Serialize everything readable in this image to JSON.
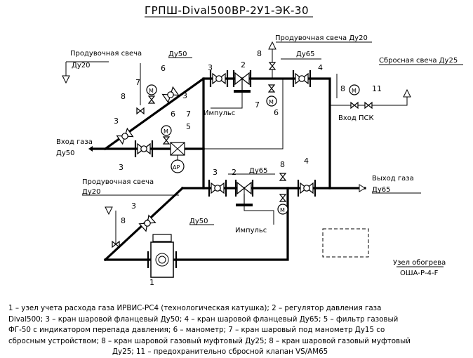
{
  "title": "ГРПШ-Dival500ВР-2У1-ЭК-30",
  "labels": {
    "purge_top": "Продувочная свеча Ду20",
    "purge_left": "Продувочная свеча",
    "purge_left_dn": "Ду20",
    "purge_bottom": "Продувочная свеча",
    "purge_bottom_dn": "Ду20",
    "relief": "Сбросная свеча Ду25",
    "inlet": "Вход газа",
    "inlet_dn": "Ду50",
    "outlet": "Выход газа",
    "outlet_dn": "Ду65",
    "dn50_top": "Ду50",
    "dn50_bottom": "Ду50",
    "dn65_top": "Ду65",
    "dn65_mid": "Ду65",
    "impulse_top": "Импульс",
    "impulse_bottom": "Импульс",
    "psk_inlet": "Вход ПСК",
    "heater_name": "Узел обогрева",
    "heater_model": "ОША-Р-4-F",
    "dp": "ΔР",
    "m": "M"
  },
  "numbers": {
    "n1": "1",
    "n2": "2",
    "n3": "3",
    "n4": "4",
    "n5": "5",
    "n6": "6",
    "n7": "7",
    "n8": "8",
    "n11": "11"
  },
  "legend": [
    "1 – узел учета расхода газа ИРВИС-РС4 (технологическая катушка); 2 – регулятор давления газа",
    "Dival500; 3 – кран шаровой фланцевый Ду50; 4 – кран шаровой фланцевый Ду65; 5 – фильтр газовый",
    "ФГ-50 с индикатором перепада давления; 6 – манометр; 7 – кран шаровый под манометр Ду15 со",
    "сбросным устройством; 8 – кран шаровой газовый муфтовый Ду25; 8 – кран шаровой газовый муфтовый",
    "Ду25; 11 – предохранительно сбросной клапан VS/AM65"
  ]
}
